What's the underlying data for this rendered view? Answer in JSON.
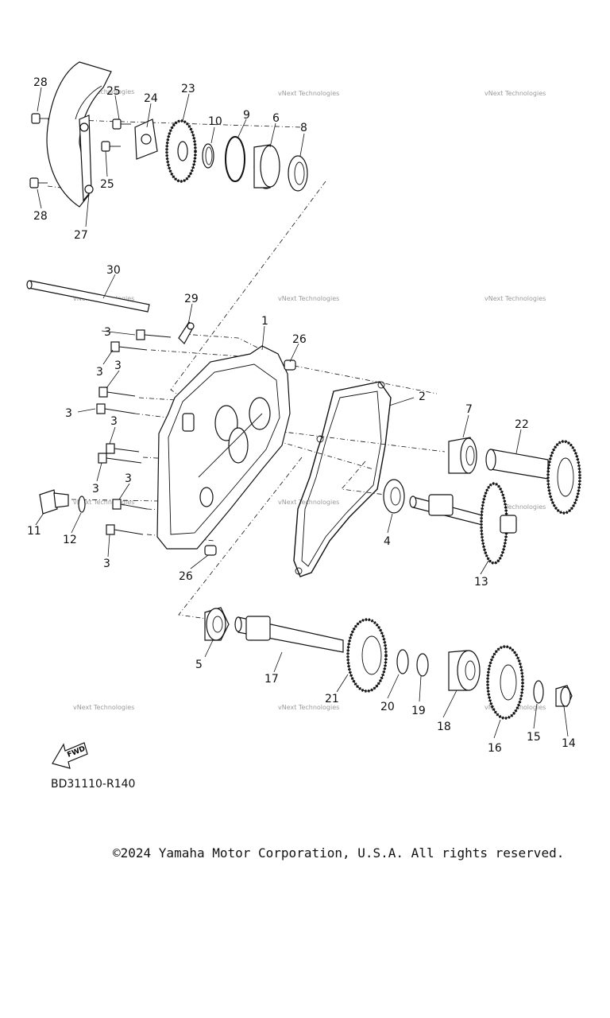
{
  "diagram": {
    "code": "BD31110-R140",
    "copyright": "©2024 Yamaha Motor Corporation, U.S.A. All rights reserved.",
    "fwd_label": "FWD",
    "watermark": "vNext Technologies",
    "callouts": {
      "c1": "1",
      "c2": "2",
      "c3a": "3",
      "c3b": "3",
      "c3c": "3",
      "c3d": "3",
      "c3e": "3",
      "c3f": "3",
      "c3g": "3",
      "c3h": "3",
      "c4": "4",
      "c5": "5",
      "c6": "6",
      "c7": "7",
      "c8": "8",
      "c9": "9",
      "c10": "10",
      "c11": "11",
      "c12": "12",
      "c13": "13",
      "c14": "14",
      "c15": "15",
      "c16": "16",
      "c17": "17",
      "c18": "18",
      "c19": "19",
      "c20": "20",
      "c21": "21",
      "c22": "22",
      "c23": "23",
      "c24": "24",
      "c25a": "25",
      "c25b": "25",
      "c26a": "26",
      "c26b": "26",
      "c27": "27",
      "c28a": "28",
      "c28b": "28",
      "c29": "29",
      "c30": "30"
    }
  }
}
